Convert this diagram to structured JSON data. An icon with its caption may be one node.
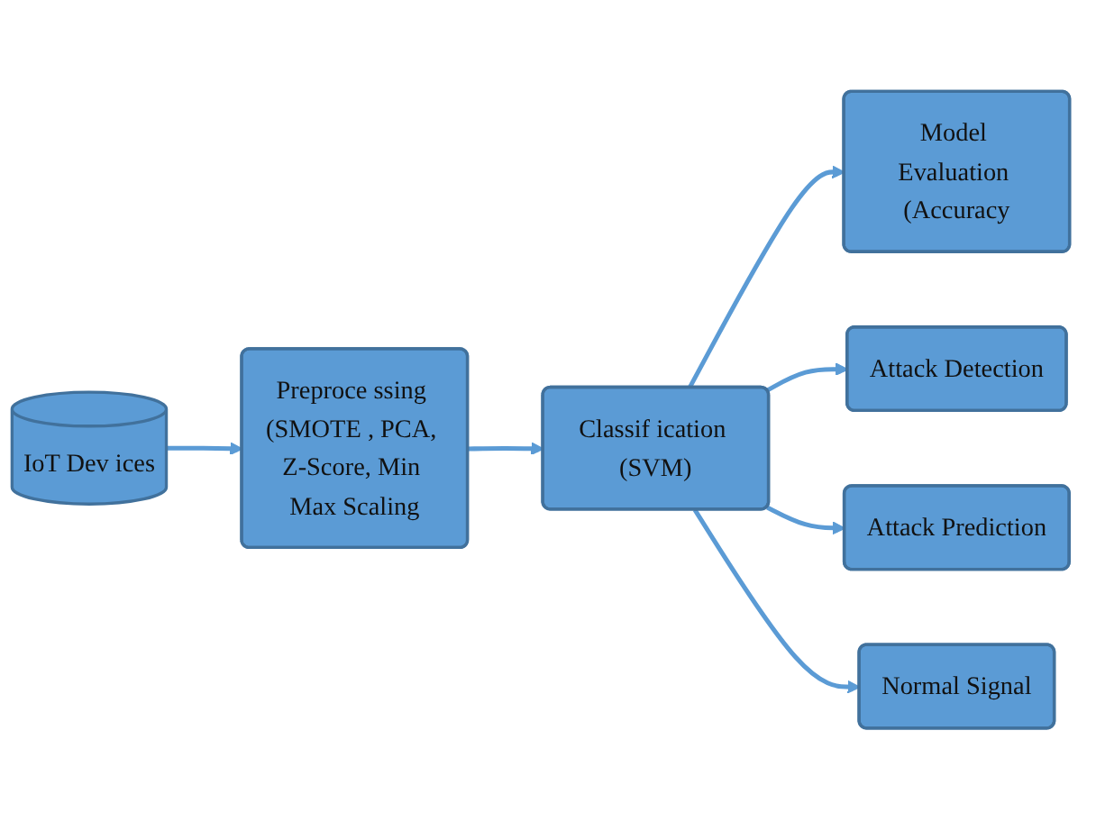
{
  "diagram": {
    "nodes": [
      {
        "text": [
          "IoT Dev ices"
        ]
      },
      {
        "text": [
          "Preproce ssing (SMOTE , PCA, Z-Score, Min Max Scaling"
        ]
      },
      {
        "text": [
          "Classif ication (SVM)"
        ]
      },
      {
        "text": [
          "Model Evaluation (Accuracy"
        ]
      },
      {
        "text": [
          "Attack Detection"
        ]
      },
      {
        "text": [
          "Attack Prediction"
        ]
      },
      {
        "text": [
          "Normal Signal"
        ]
      }
    ],
    "edges": [
      {
        "from": 0,
        "to": 1,
        "arrow": "to"
      },
      {
        "from": 1,
        "to": 2,
        "arrow": "to"
      },
      {
        "from": 2,
        "to": 3,
        "arrow": "to"
      },
      {
        "from": 2,
        "to": 4,
        "arrow": "to"
      },
      {
        "from": 2,
        "to": 5,
        "arrow": "to"
      },
      {
        "from": 2,
        "to": 6,
        "arrow": "to"
      }
    ]
  }
}
